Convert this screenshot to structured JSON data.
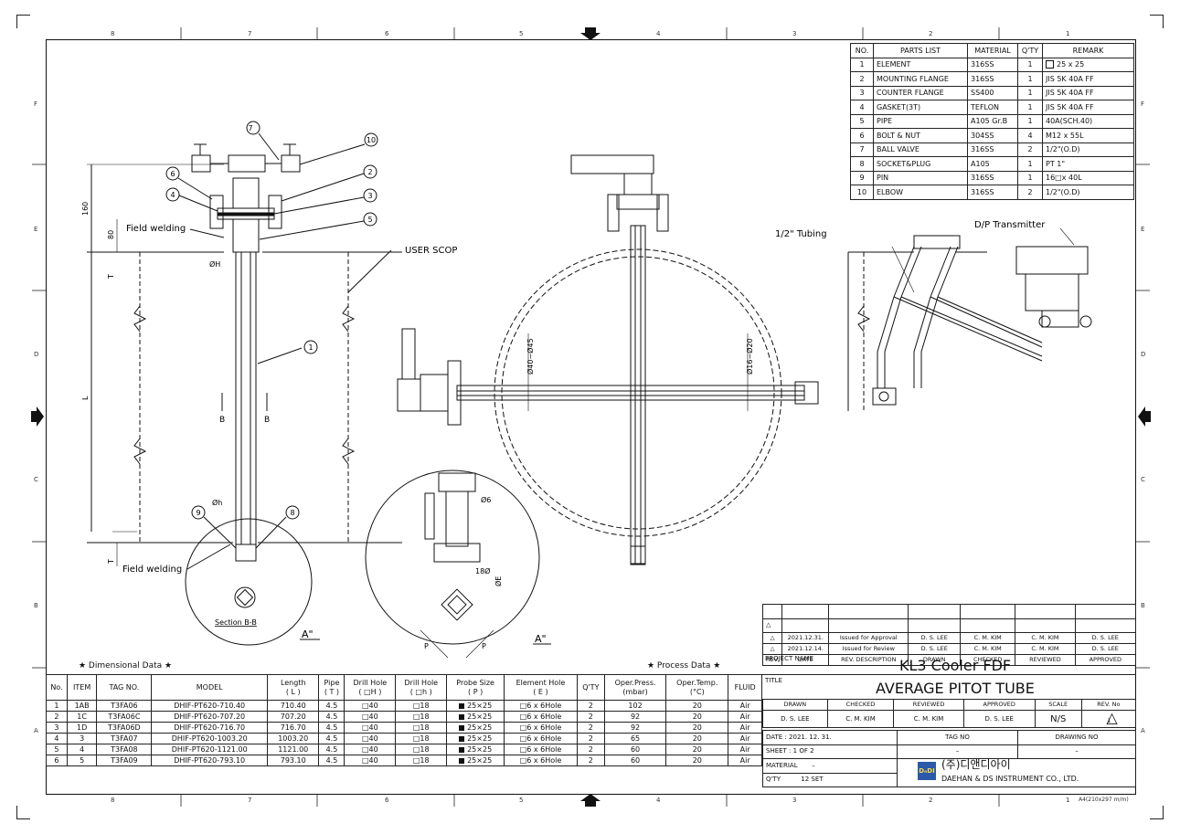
{
  "grid_top": [
    "8",
    "7",
    "6",
    "5",
    "4",
    "3",
    "2",
    "1"
  ],
  "grid_side": [
    "F",
    "E",
    "D",
    "C",
    "B",
    "A"
  ],
  "parts_list": {
    "headers": [
      "NO.",
      "PARTS LIST",
      "MATERIAL",
      "Q'TY",
      "REMARK"
    ],
    "rows": [
      [
        "1",
        "ELEMENT",
        "316SS",
        "1",
        "25 x 25"
      ],
      [
        "2",
        "MOUNTING FLANGE",
        "316SS",
        "1",
        "JIS 5K 40A FF"
      ],
      [
        "3",
        "COUNTER FLANGE",
        "SS400",
        "1",
        "JIS 5K 40A FF"
      ],
      [
        "4",
        "GASKET(3T)",
        "TEFLON",
        "1",
        "JIS 5K 40A FF"
      ],
      [
        "5",
        "PIPE",
        "A105 Gr.B",
        "1",
        "40A(SCH.40)"
      ],
      [
        "6",
        "BOLT & NUT",
        "304SS",
        "4",
        "M12 x 55L"
      ],
      [
        "7",
        "BALL VALVE",
        "316SS",
        "2",
        "1/2\"(O.D)"
      ],
      [
        "8",
        "SOCKET&PLUG",
        "A105",
        "1",
        "PT 1\""
      ],
      [
        "9",
        "PIN",
        "316SS",
        "1",
        "16□x 40L"
      ],
      [
        "10",
        "ELBOW",
        "316SS",
        "2",
        "1/2\"(O.D)"
      ]
    ]
  },
  "labels": {
    "field_welding_top": "Field welding",
    "field_welding_bottom": "Field welding",
    "user_scop": "USER SCOP",
    "tubing": "1/2\" Tubing",
    "dp_transmitter": "D/P Transmitter",
    "section_bb": "Section B-B",
    "detail_a": "A\"",
    "phi_H": "ØH",
    "phi_h": "Øh",
    "dim_160": "160",
    "dim_80": "80",
    "dim_T1": "T",
    "dim_L": "L",
    "dim_T2": "T",
    "sec_B1": "B",
    "sec_B2": "B",
    "phi_40_45": "Ø40~Ø45",
    "phi_16_20": "Ø16~Ø20",
    "phi_6": "Ø6",
    "dim_18": "18Ø",
    "phi_E": "ØE",
    "dim_P1": "P",
    "dim_P2": "P",
    "balloons": [
      "1",
      "2",
      "3",
      "4",
      "5",
      "6",
      "7",
      "8",
      "9",
      "10"
    ]
  },
  "dimensional_data": {
    "caption": "★ Dimensional Data ★",
    "process_caption": "★ Process Data ★",
    "headers": [
      [
        "No."
      ],
      [
        "ITEM"
      ],
      [
        "TAG NO."
      ],
      [
        "MODEL"
      ],
      [
        "Length",
        "( L )"
      ],
      [
        "Pipe",
        "( T )"
      ],
      [
        "Drill Hole",
        "( □H )"
      ],
      [
        "Drill Hole",
        "( □h )"
      ],
      [
        "Probe Size",
        "( P )"
      ],
      [
        "Element Hole",
        "( E )"
      ],
      [
        "Q'TY"
      ],
      [
        "Oper.Press.",
        "(mbar)"
      ],
      [
        "Oper.Temp.",
        "(°C)"
      ],
      [
        "FLUID"
      ]
    ],
    "rows": [
      [
        "1",
        "1AB",
        "T3FA06",
        "DHIF-PT620-710.40",
        "710.40",
        "4.5",
        "□40",
        "□18",
        "25×25",
        "□6 x 6Hole",
        "2",
        "102",
        "20",
        "Air"
      ],
      [
        "2",
        "1C",
        "T3FA06C",
        "DHIF-PT620-707.20",
        "707.20",
        "4.5",
        "□40",
        "□18",
        "25×25",
        "□6 x 6Hole",
        "2",
        "92",
        "20",
        "Air"
      ],
      [
        "3",
        "1D",
        "T3FA06D",
        "DHIF-PT620-716.70",
        "716.70",
        "4.5",
        "□40",
        "□18",
        "25×25",
        "□6 x 6Hole",
        "2",
        "92",
        "20",
        "Air"
      ],
      [
        "4",
        "3",
        "T3FA07",
        "DHIF-PT620-1003.20",
        "1003.20",
        "4.5",
        "□40",
        "□18",
        "25×25",
        "□6 x 6Hole",
        "2",
        "65",
        "20",
        "Air"
      ],
      [
        "5",
        "4",
        "T3FA08",
        "DHIF-PT620-1121.00",
        "1121.00",
        "4.5",
        "□40",
        "□18",
        "25×25",
        "□6 x 6Hole",
        "2",
        "60",
        "20",
        "Air"
      ],
      [
        "6",
        "5",
        "T3FA09",
        "DHIF-PT620-793.10",
        "793.10",
        "4.5",
        "□40",
        "□18",
        "25×25",
        "□6 x 6Hole",
        "2",
        "60",
        "20",
        "Air"
      ]
    ]
  },
  "revisions": {
    "rows": [
      [
        "2",
        "2021.12.31.",
        "Issued for Approval",
        "D. S. LEE",
        "C. M. KIM",
        "C. M. KIM",
        "D. S. LEE"
      ],
      [
        "1",
        "2021.12.14.",
        "Issued for Review",
        "D. S. LEE",
        "C. M. KIM",
        "C. M. KIM",
        "D. S. LEE"
      ]
    ],
    "headers": [
      "REV.",
      "DATE",
      "REV. DESCRIPTION",
      "DRAWN",
      "CHECKED",
      "REVIEWED",
      "APPROVED"
    ]
  },
  "title_block": {
    "project_name_label": "PROJECT NAME",
    "project_name": "KL3 Cooler FDF",
    "title_label": "TITLE",
    "title": "AVERAGE PITOT TUBE",
    "sig_headers": [
      "DRAWN",
      "CHECKED",
      "REVIEWED",
      "APPROVED",
      "SCALE",
      "REV. No"
    ],
    "sig_values": [
      "D. S. LEE",
      "C. M. KIM",
      "C. M. KIM",
      "D. S. LEE",
      "N/S",
      "1"
    ],
    "date_label": "DATE :",
    "date": "2021. 12. 31.",
    "tag_no_label": "TAG NO",
    "tag_no": "–",
    "drawing_no_label": "DRAWING NO",
    "drawing_no": "–",
    "sheet_label": "SHEET :",
    "sheet": "1  OF  2",
    "material_label": "MATERIAL",
    "material": "–",
    "qty_label": "Q'TY",
    "qty": "12 SET",
    "company_kr": "(주)디앤디아이",
    "company_en": "DAEHAN & DS INSTRUMENT CO., LTD.",
    "logo_text": "DₙDI",
    "paper": "A4(210x297 m/m)"
  }
}
